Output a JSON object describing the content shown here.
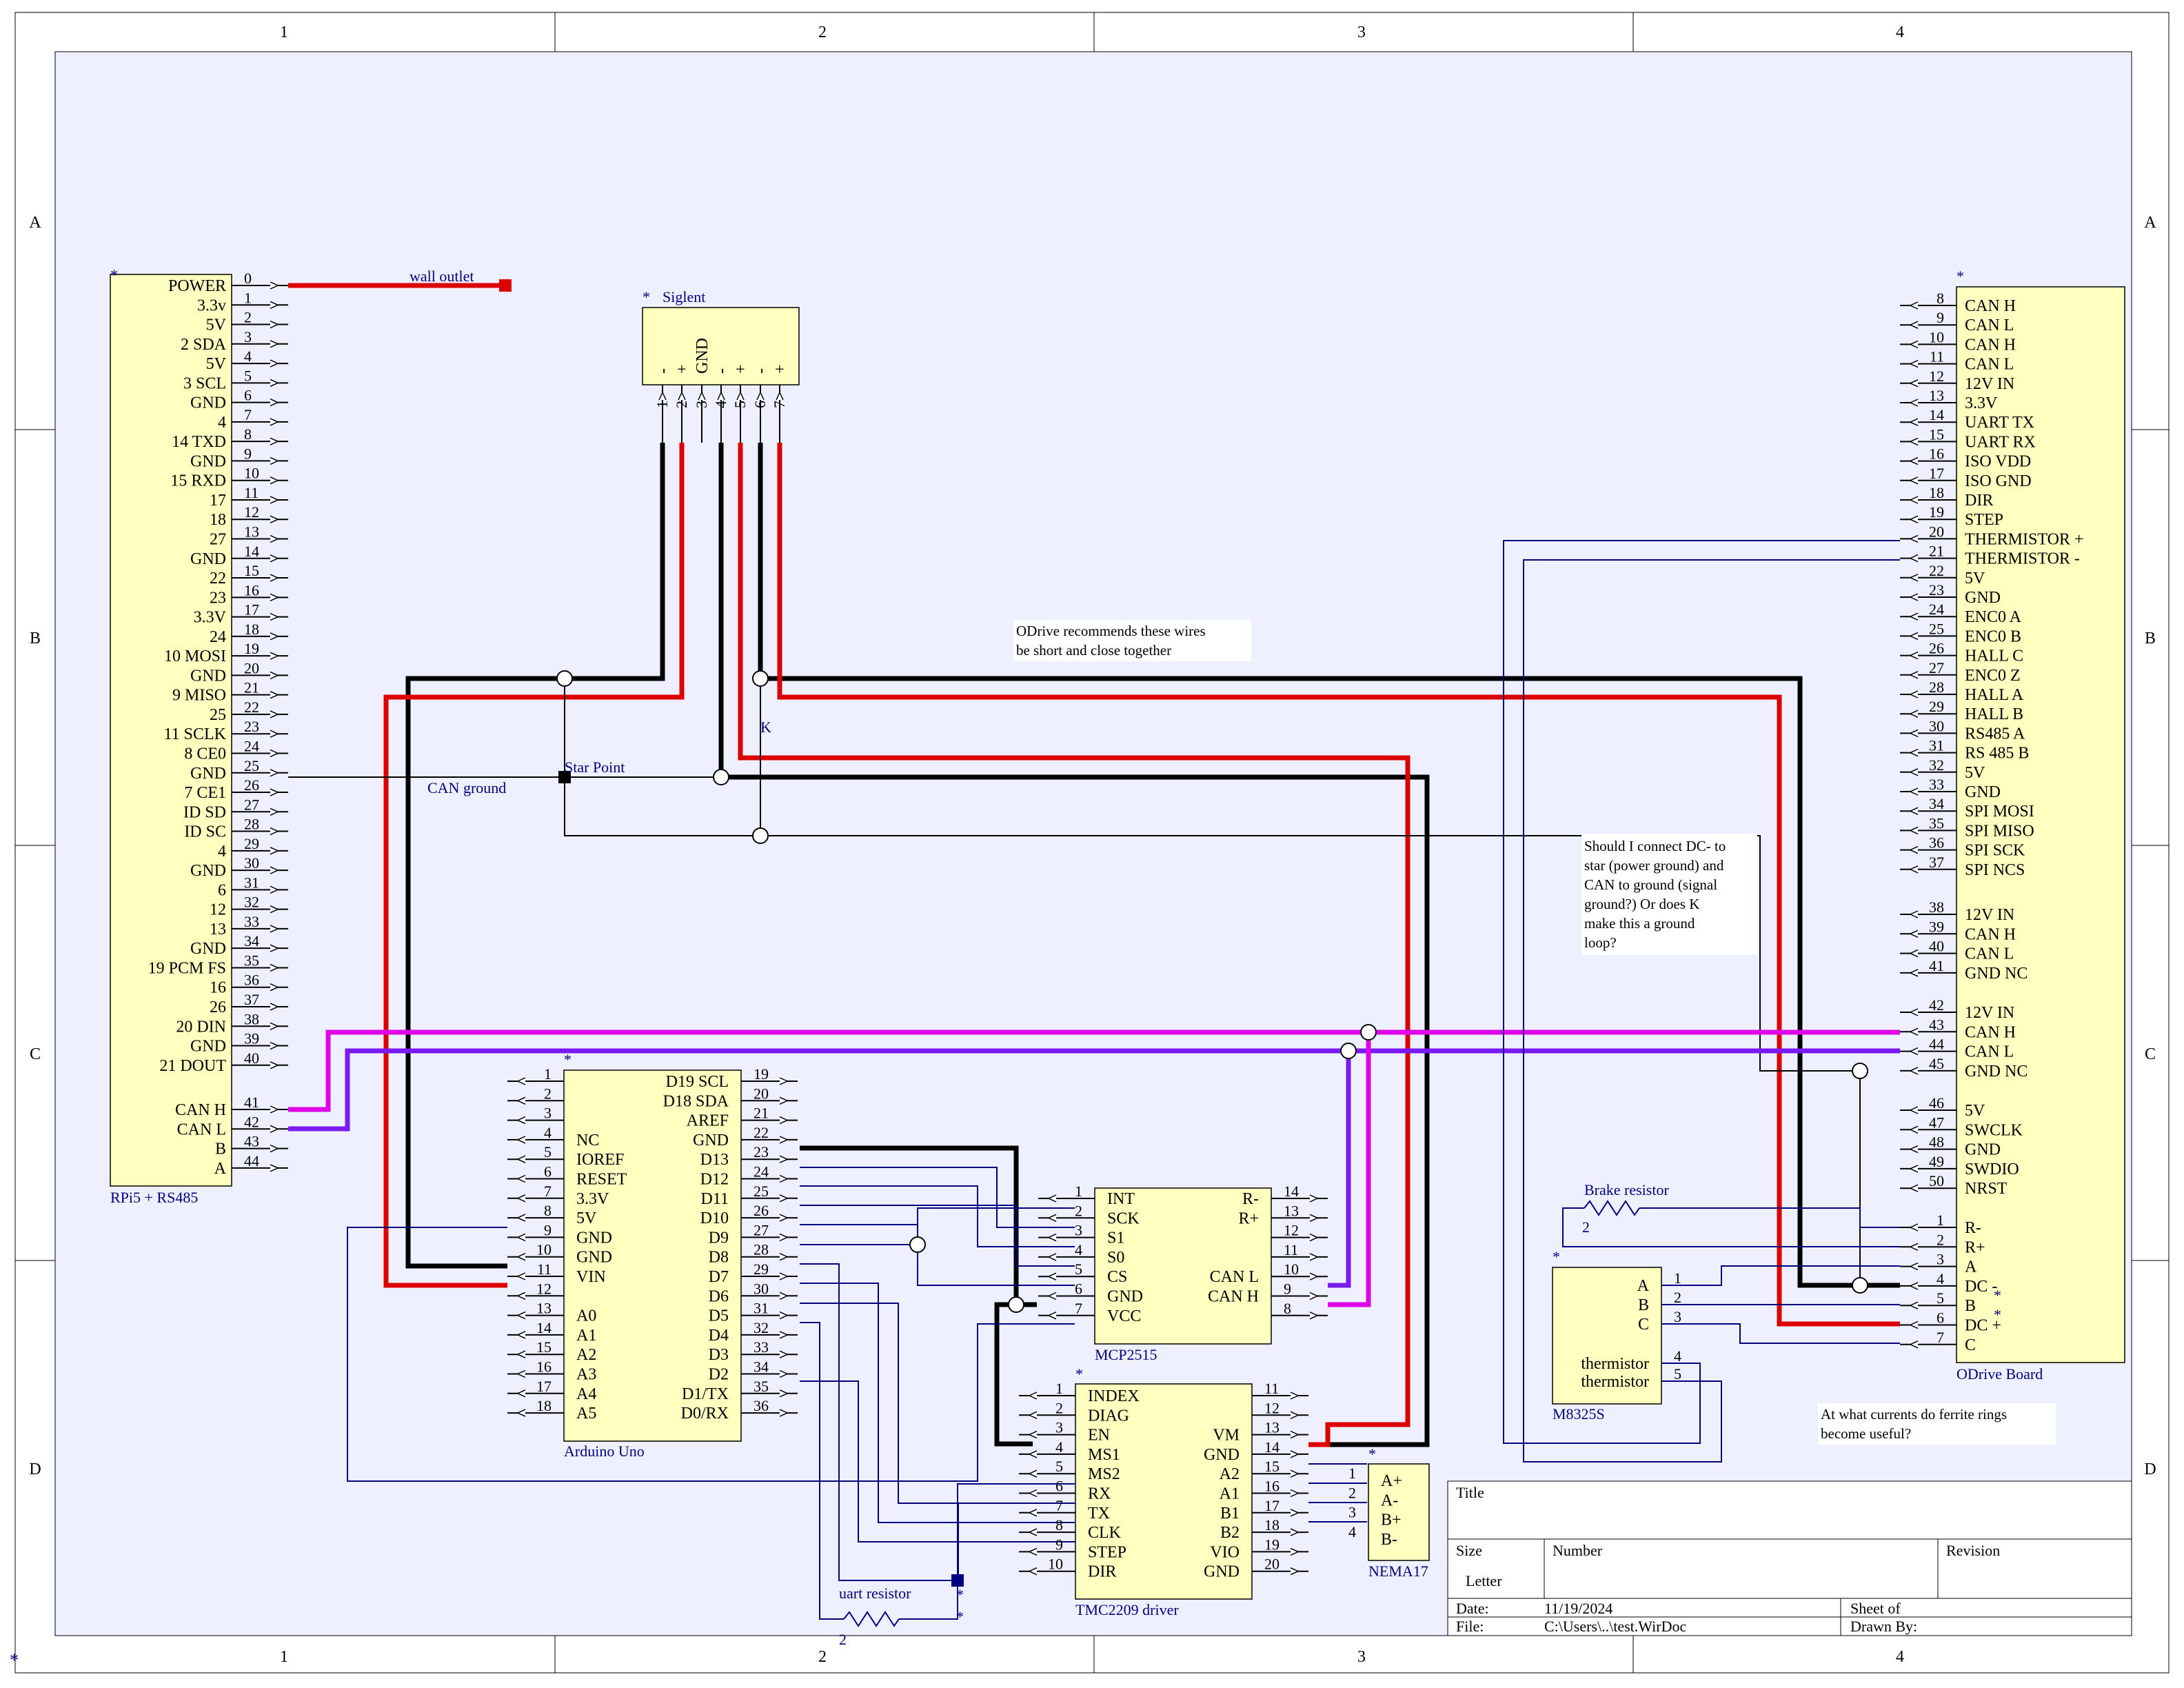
{
  "border": {
    "columns": [
      "1",
      "2",
      "3",
      "4"
    ],
    "rows": [
      "A",
      "B",
      "C",
      "D"
    ]
  },
  "rpi": {
    "name": "RPi5 + RS485",
    "ref": "*",
    "pins": [
      {
        "n": "0",
        "l": "POWER"
      },
      {
        "n": "1",
        "l": "3.3v"
      },
      {
        "n": "2",
        "l": "5V"
      },
      {
        "n": "3",
        "l": "2 SDA"
      },
      {
        "n": "4",
        "l": "5V"
      },
      {
        "n": "5",
        "l": "3 SCL"
      },
      {
        "n": "6",
        "l": "GND"
      },
      {
        "n": "7",
        "l": "4"
      },
      {
        "n": "8",
        "l": "14 TXD"
      },
      {
        "n": "9",
        "l": "GND"
      },
      {
        "n": "10",
        "l": "15 RXD"
      },
      {
        "n": "11",
        "l": "17"
      },
      {
        "n": "12",
        "l": "18"
      },
      {
        "n": "13",
        "l": "27"
      },
      {
        "n": "14",
        "l": "GND"
      },
      {
        "n": "15",
        "l": "22"
      },
      {
        "n": "16",
        "l": "23"
      },
      {
        "n": "17",
        "l": "3.3V"
      },
      {
        "n": "18",
        "l": "24"
      },
      {
        "n": "19",
        "l": "10 MOSI"
      },
      {
        "n": "20",
        "l": "GND"
      },
      {
        "n": "21",
        "l": "9 MISO"
      },
      {
        "n": "22",
        "l": "25"
      },
      {
        "n": "23",
        "l": "11 SCLK"
      },
      {
        "n": "24",
        "l": "8 CE0"
      },
      {
        "n": "25",
        "l": "GND"
      },
      {
        "n": "26",
        "l": "7 CE1"
      },
      {
        "n": "27",
        "l": "ID SD"
      },
      {
        "n": "28",
        "l": "ID SC"
      },
      {
        "n": "29",
        "l": "4"
      },
      {
        "n": "30",
        "l": "GND"
      },
      {
        "n": "31",
        "l": "6"
      },
      {
        "n": "32",
        "l": "12"
      },
      {
        "n": "33",
        "l": "13"
      },
      {
        "n": "34",
        "l": "GND"
      },
      {
        "n": "35",
        "l": "19 PCM FS"
      },
      {
        "n": "36",
        "l": "16"
      },
      {
        "n": "37",
        "l": "26"
      },
      {
        "n": "38",
        "l": "20 DIN"
      },
      {
        "n": "39",
        "l": "GND"
      },
      {
        "n": "40",
        "l": "21 DOUT"
      },
      {
        "n": "41",
        "l": "CAN H"
      },
      {
        "n": "42",
        "l": "CAN L"
      },
      {
        "n": "43",
        "l": "B"
      },
      {
        "n": "44",
        "l": "A"
      }
    ]
  },
  "siglent": {
    "name": "Siglent",
    "ref": "*",
    "inner": [
      "-",
      "+",
      "GND",
      "-",
      "+",
      "-",
      "+"
    ],
    "pins": [
      "1",
      "2",
      "3",
      "4",
      "5",
      "6",
      "7"
    ]
  },
  "odrive": {
    "name": "ODrive Board",
    "ref": "*",
    "pins": [
      {
        "n": "8",
        "l": "CAN H"
      },
      {
        "n": "9",
        "l": "CAN L"
      },
      {
        "n": "10",
        "l": "CAN H"
      },
      {
        "n": "11",
        "l": "CAN L"
      },
      {
        "n": "12",
        "l": "12V IN"
      },
      {
        "n": "13",
        "l": "3.3V"
      },
      {
        "n": "14",
        "l": "UART TX"
      },
      {
        "n": "15",
        "l": "UART RX"
      },
      {
        "n": "16",
        "l": "ISO VDD"
      },
      {
        "n": "17",
        "l": "ISO GND"
      },
      {
        "n": "18",
        "l": "DIR"
      },
      {
        "n": "19",
        "l": "STEP"
      },
      {
        "n": "20",
        "l": "THERMISTOR +"
      },
      {
        "n": "21",
        "l": "THERMISTOR -"
      },
      {
        "n": "22",
        "l": "5V"
      },
      {
        "n": "23",
        "l": "GND"
      },
      {
        "n": "24",
        "l": "ENC0 A"
      },
      {
        "n": "25",
        "l": "ENC0 B"
      },
      {
        "n": "26",
        "l": "HALL C"
      },
      {
        "n": "27",
        "l": "ENC0 Z"
      },
      {
        "n": "28",
        "l": "HALL A"
      },
      {
        "n": "29",
        "l": "HALL B"
      },
      {
        "n": "30",
        "l": "RS485 A"
      },
      {
        "n": "31",
        "l": "RS 485 B"
      },
      {
        "n": "32",
        "l": "5V"
      },
      {
        "n": "33",
        "l": "GND"
      },
      {
        "n": "34",
        "l": "SPI MOSI"
      },
      {
        "n": "35",
        "l": "SPI MISO"
      },
      {
        "n": "36",
        "l": "SPI SCK"
      },
      {
        "n": "37",
        "l": "SPI NCS"
      },
      {
        "n": "38",
        "l": "12V IN"
      },
      {
        "n": "39",
        "l": "CAN H"
      },
      {
        "n": "40",
        "l": "CAN L"
      },
      {
        "n": "41",
        "l": "GND NC"
      },
      {
        "n": "42",
        "l": "12V IN"
      },
      {
        "n": "43",
        "l": "CAN H"
      },
      {
        "n": "44",
        "l": "CAN L"
      },
      {
        "n": "45",
        "l": "GND NC"
      },
      {
        "n": "46",
        "l": "5V"
      },
      {
        "n": "47",
        "l": "SWCLK"
      },
      {
        "n": "48",
        "l": "GND"
      },
      {
        "n": "49",
        "l": "SWDIO"
      },
      {
        "n": "50",
        "l": "NRST"
      },
      {
        "n": "1",
        "l": "R-"
      },
      {
        "n": "2",
        "l": "R+"
      },
      {
        "n": "3",
        "l": "A"
      },
      {
        "n": "4",
        "l": "DC -"
      },
      {
        "n": "5",
        "l": "B"
      },
      {
        "n": "6",
        "l": "DC +"
      },
      {
        "n": "7",
        "l": "C"
      }
    ]
  },
  "arduino": {
    "name": "Arduino Uno",
    "ref": "*",
    "left": [
      {
        "n": "1",
        "l": ""
      },
      {
        "n": "2",
        "l": ""
      },
      {
        "n": "3",
        "l": ""
      },
      {
        "n": "4",
        "l": "NC"
      },
      {
        "n": "5",
        "l": "IOREF"
      },
      {
        "n": "6",
        "l": "RESET"
      },
      {
        "n": "7",
        "l": "3.3V"
      },
      {
        "n": "8",
        "l": "5V"
      },
      {
        "n": "9",
        "l": "GND"
      },
      {
        "n": "10",
        "l": "GND"
      },
      {
        "n": "11",
        "l": "VIN"
      },
      {
        "n": "12",
        "l": ""
      },
      {
        "n": "13",
        "l": "A0"
      },
      {
        "n": "14",
        "l": "A1"
      },
      {
        "n": "15",
        "l": "A2"
      },
      {
        "n": "16",
        "l": "A3"
      },
      {
        "n": "17",
        "l": "A4"
      },
      {
        "n": "18",
        "l": "A5"
      }
    ],
    "right": [
      {
        "n": "19",
        "l": "D19 SCL"
      },
      {
        "n": "20",
        "l": "D18 SDA"
      },
      {
        "n": "21",
        "l": "AREF"
      },
      {
        "n": "22",
        "l": "GND"
      },
      {
        "n": "23",
        "l": "D13"
      },
      {
        "n": "24",
        "l": "D12"
      },
      {
        "n": "25",
        "l": "D11"
      },
      {
        "n": "26",
        "l": "D10"
      },
      {
        "n": "27",
        "l": "D9"
      },
      {
        "n": "28",
        "l": "D8"
      },
      {
        "n": "29",
        "l": "D7"
      },
      {
        "n": "30",
        "l": "D6"
      },
      {
        "n": "31",
        "l": "D5"
      },
      {
        "n": "32",
        "l": "D4"
      },
      {
        "n": "33",
        "l": "D3"
      },
      {
        "n": "34",
        "l": "D2"
      },
      {
        "n": "35",
        "l": "D1/TX"
      },
      {
        "n": "36",
        "l": "D0/RX"
      }
    ]
  },
  "mcp": {
    "name": "MCP2515",
    "left": [
      {
        "n": "1",
        "l": "INT"
      },
      {
        "n": "2",
        "l": "SCK"
      },
      {
        "n": "3",
        "l": "S1"
      },
      {
        "n": "4",
        "l": "S0"
      },
      {
        "n": "5",
        "l": "CS"
      },
      {
        "n": "6",
        "l": "GND"
      },
      {
        "n": "7",
        "l": "VCC"
      }
    ],
    "right": [
      {
        "n": "14",
        "l": "R-"
      },
      {
        "n": "13",
        "l": "R+"
      },
      {
        "n": "12",
        "l": ""
      },
      {
        "n": "11",
        "l": ""
      },
      {
        "n": "10",
        "l": "CAN L"
      },
      {
        "n": "9",
        "l": "CAN H"
      },
      {
        "n": "8",
        "l": ""
      }
    ]
  },
  "tmc": {
    "name": "TMC2209 driver",
    "ref": "*",
    "left": [
      {
        "n": "1",
        "l": "INDEX"
      },
      {
        "n": "2",
        "l": "DIAG"
      },
      {
        "n": "3",
        "l": "EN"
      },
      {
        "n": "4",
        "l": "MS1"
      },
      {
        "n": "5",
        "l": "MS2"
      },
      {
        "n": "6",
        "l": "RX"
      },
      {
        "n": "7",
        "l": "TX"
      },
      {
        "n": "8",
        "l": "CLK"
      },
      {
        "n": "9",
        "l": "STEP"
      },
      {
        "n": "10",
        "l": "DIR"
      }
    ],
    "right": [
      {
        "n": "11",
        "l": ""
      },
      {
        "n": "12",
        "l": ""
      },
      {
        "n": "13",
        "l": "VM"
      },
      {
        "n": "14",
        "l": "GND"
      },
      {
        "n": "15",
        "l": "A2"
      },
      {
        "n": "16",
        "l": "A1"
      },
      {
        "n": "17",
        "l": "B1"
      },
      {
        "n": "18",
        "l": "B2"
      },
      {
        "n": "19",
        "l": "VIO"
      },
      {
        "n": "20",
        "l": "GND"
      }
    ]
  },
  "nema": {
    "name": "NEMA17",
    "ref": "*",
    "pins": [
      {
        "n": "1",
        "l": "A+"
      },
      {
        "n": "2",
        "l": "A-"
      },
      {
        "n": "3",
        "l": "B+"
      },
      {
        "n": "4",
        "l": "B-"
      }
    ]
  },
  "m8325s": {
    "name": "M8325S",
    "ref": "*",
    "right": [
      {
        "n": "1",
        "l": "A"
      },
      {
        "n": "2",
        "l": "B"
      },
      {
        "n": "3",
        "l": "C"
      },
      {
        "n": "4",
        "l": "thermistor"
      },
      {
        "n": "5",
        "l": "thermistor"
      }
    ]
  },
  "labels": {
    "wall_outlet": "wall outlet",
    "star_point": "Star Point",
    "can_ground": "CAN ground",
    "k_label": "K",
    "brake_resistor": "Brake resistor",
    "brake_value": "2",
    "uart_resistor": "uart resistor",
    "uart_value": "2",
    "star": "*"
  },
  "notes": {
    "odrive_wires": [
      "ODrive recommends these wires",
      "be short and close together"
    ],
    "dc_question": [
      "Should I connect DC- to",
      "star (power ground) and",
      "CAN to ground (signal",
      "ground?) Or does K",
      "make this a ground",
      "loop?"
    ],
    "ferrite": [
      "At what currents do ferrite rings",
      "become useful?"
    ]
  },
  "title_block": {
    "title_label": "Title",
    "size_label": "Size",
    "size_value": "Letter",
    "number_label": "Number",
    "revision_label": "Revision",
    "date_label": "Date:",
    "date_value": "11/19/2024",
    "file_label": "File:",
    "file_value": "C:\\Users\\..\\test.WirDoc",
    "sheet_label": "Sheet    of",
    "drawn_label": "Drawn By:"
  },
  "colors": {
    "background": "#eef0ff",
    "part_fill": "#ffffc0",
    "power_red": "#dd0000",
    "ground_black": "#000000",
    "can_h_magenta": "#e000e8",
    "can_l_purple": "#7a1aee",
    "signal_navy": "#000080"
  }
}
